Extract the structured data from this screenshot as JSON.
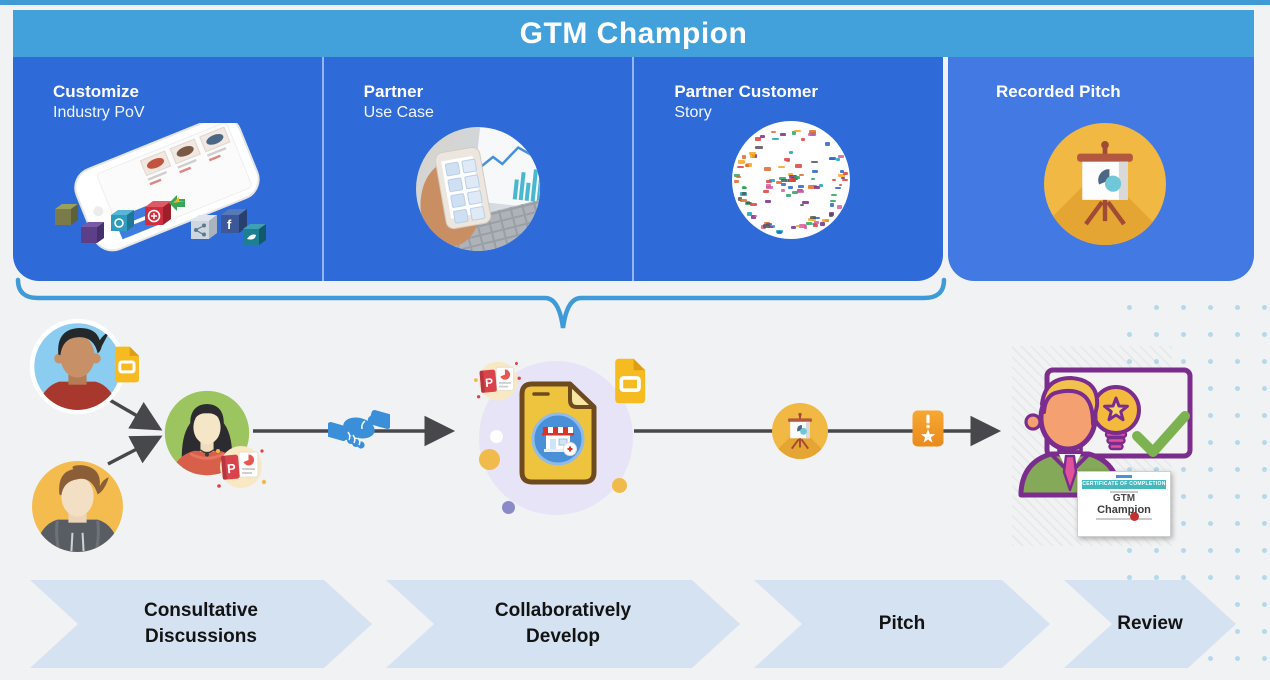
{
  "header": {
    "title": "GTM Champion"
  },
  "panels": [
    {
      "title": "Customize",
      "subtitle": "Industry PoV",
      "image": "ecommerce-phone-illustration"
    },
    {
      "title": "Partner",
      "subtitle": "Use Case",
      "image": "hand-phone-laptop-photo"
    },
    {
      "title": "Partner Customer",
      "subtitle": "Story",
      "image": "customer-logos-collage"
    },
    {
      "title": "Recorded Pitch",
      "subtitle": "",
      "image": "presentation-easel-icon"
    }
  ],
  "flow": {
    "icons": [
      "google-slides-icon",
      "powerpoint-icon",
      "handshake-icon",
      "marketplace-document-icon",
      "google-slides-icon",
      "presentation-easel-icon",
      "award-badge-icon",
      "lightbulb-star-icon",
      "checkmark-icon"
    ],
    "certificate": {
      "ribbon": "CERTIFICATE OF COMPLETION",
      "title_line1": "GTM",
      "title_line2": "Champion"
    }
  },
  "process_steps": [
    {
      "label": "Consultative Discussions"
    },
    {
      "label": "Collaboratively Develop"
    },
    {
      "label": "Pitch"
    },
    {
      "label": "Review"
    }
  ],
  "colors": {
    "header_blue": "#42a0da",
    "panel_blue": "#2e6bd8",
    "panel_alt_blue": "#4379e3",
    "brace_blue": "#3f9bd8",
    "chevron_blue": "#d5e2f2",
    "background": "#f1f2f3",
    "accent_yellow": "#f2b844",
    "accent_orange": "#ef8f1f",
    "accent_purple": "#7b2d8e",
    "accent_green": "#7cb350",
    "accent_red": "#d24b4e",
    "arrow_gray": "#48484c"
  }
}
